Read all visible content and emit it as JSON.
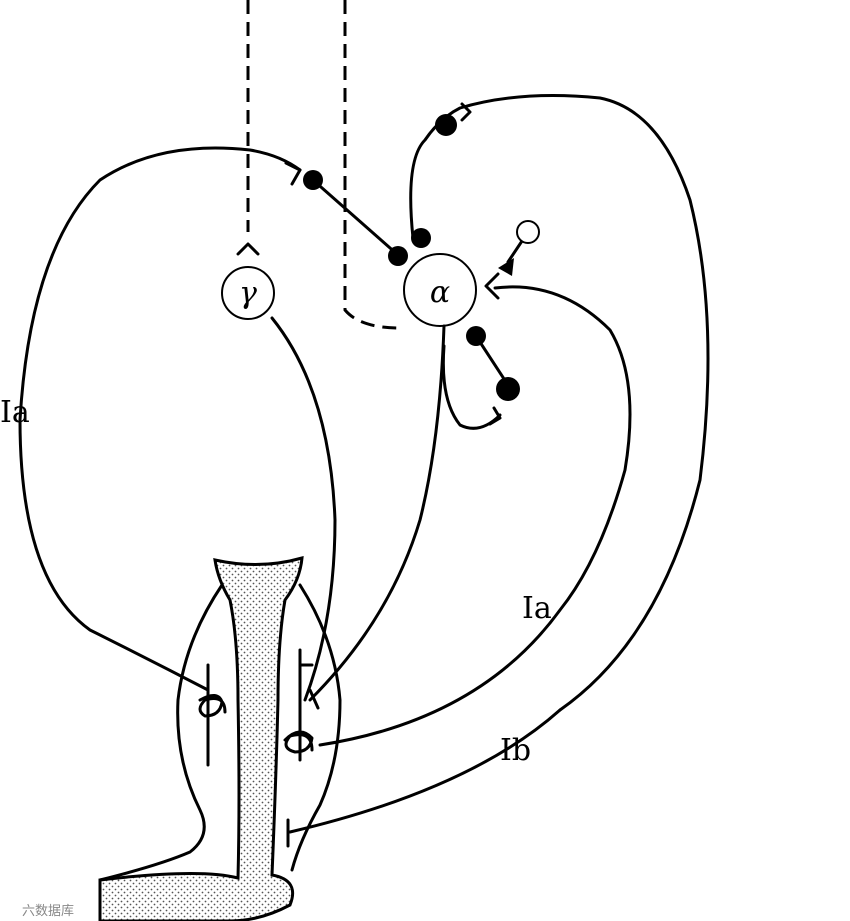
{
  "labels": {
    "ia_left": "Ia",
    "ia_right": "Ia",
    "ib": "Ib",
    "gamma_neuron": "γ",
    "alpha_neuron": "α"
  },
  "watermark": "六数据库",
  "colors": {
    "ink": "#000000",
    "paper": "#ffffff"
  }
}
